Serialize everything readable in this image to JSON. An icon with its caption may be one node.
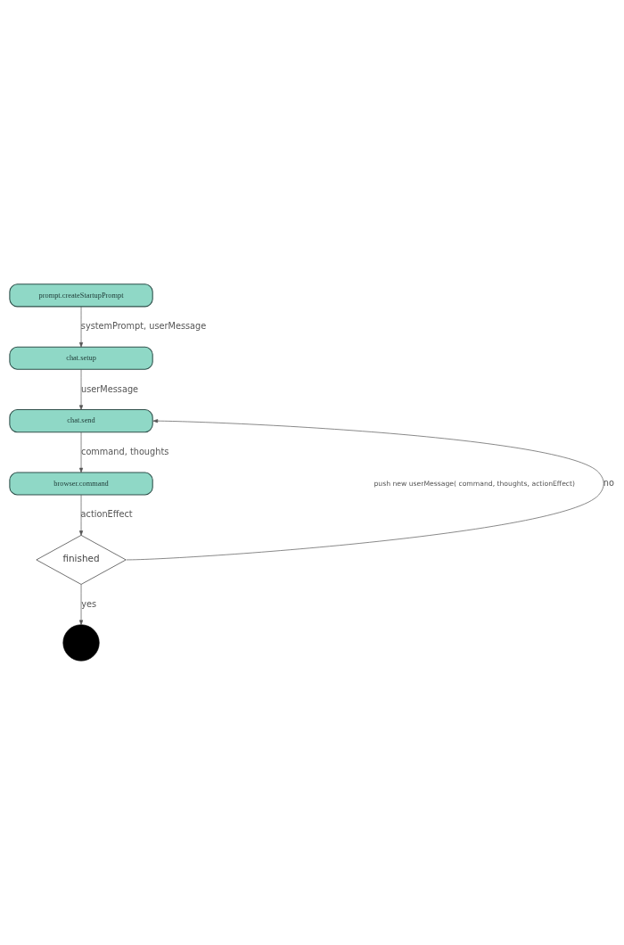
{
  "diagram": {
    "nodes": [
      {
        "text": [
          "prompt.createStartupPrompt"
        ]
      },
      {
        "text": [
          "chat.setup"
        ]
      },
      {
        "text": [
          "chat.send"
        ]
      },
      {
        "text": [
          "browser.command"
        ]
      },
      {
        "text": [
          "finished"
        ]
      },
      {
        "text": [],
        "shape": "circle"
      }
    ],
    "edges": [
      {
        "from": 0,
        "to": 1,
        "arrow": "to",
        "label": "systemPrompt, userMessage"
      },
      {
        "from": 1,
        "to": 2,
        "arrow": "to",
        "label": "userMessage"
      },
      {
        "from": 2,
        "to": 3,
        "arrow": "to",
        "label": "command, thoughts"
      },
      {
        "from": 3,
        "to": 4,
        "arrow": "to",
        "label": "actionEffect"
      },
      {
        "from": 4,
        "to": 2,
        "arrow": "to",
        "label": "no"
      },
      {
        "from": 4,
        "to": 5,
        "arrow": "to",
        "label": "yes"
      }
    ],
    "labels": [
      "push new userMessage( command, thoughts, actionEffect)"
    ]
  }
}
